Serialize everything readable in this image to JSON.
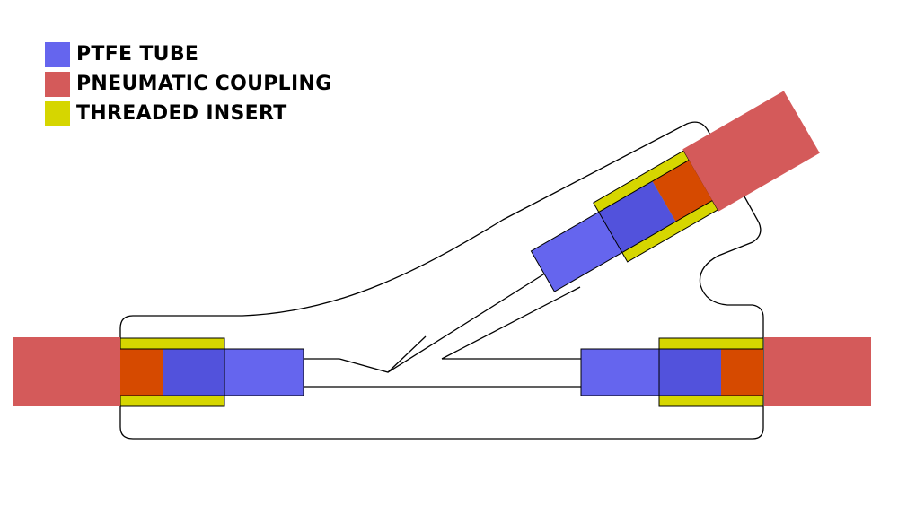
{
  "legend": {
    "items": [
      {
        "key": "ptfe",
        "label": "PTFE TUBE",
        "color": "#6565ee"
      },
      {
        "key": "coupling",
        "label": "PNEUMATIC COUPLING",
        "color": "#d45a5a"
      },
      {
        "key": "insert",
        "label": "THREADED INSERT",
        "color": "#d6d600"
      }
    ]
  },
  "colors": {
    "ptfe": "#6565ee",
    "coupling": "#d45a5a",
    "insert": "#d6d600",
    "coupling_inside_insert": "#d64a00",
    "ptfe_inside_insert": "#5252dc",
    "outline": "#000000",
    "background": "#ffffff"
  }
}
